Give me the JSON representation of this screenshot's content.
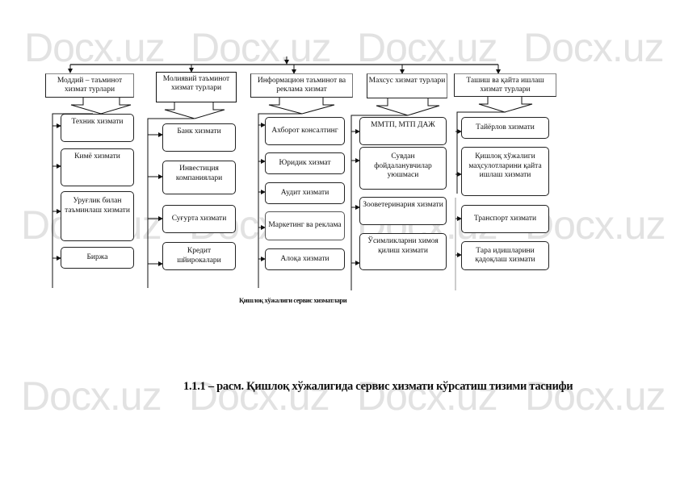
{
  "watermark": "Docx.uz",
  "root_caption": "Қишлоқ хўжалиги сервис хизматлари",
  "figure_caption": "1.1.1 – расм. Қишлоқ хўжалигида сервис хизмати кўрсатиш тизими таснифи",
  "columns": [
    {
      "header": "Моддий – таъминот хизмат турлари",
      "items": [
        "Техник хизмати",
        "Кимё хизмати",
        "Уруғлик билан таъминлаш хизмати",
        "Биржа"
      ]
    },
    {
      "header": "Молиявий таъминот хизмат турлари",
      "items": [
        "Банк хизмати",
        "Инвестиция компаниялари",
        "Суғурта хизмати",
        "Кредит шйирокалари"
      ]
    },
    {
      "header": "Информацион таъминот ва реклама хизмат",
      "items": [
        "Ахборот консалтинг",
        "Юридик хизмат",
        "Аудит хизмати",
        "Маркетинг ва реклама",
        "Алоқа хизмати"
      ]
    },
    {
      "header": "Махсус хизмат турлари",
      "items": [
        "ММТП, МТП ДАЖ",
        "Сувдан фойдаланувчилар уюшмаси",
        "Зооветеринария хизмати",
        "Ўсимликларни химоя қилиш хизмати"
      ]
    },
    {
      "header": "Ташиш ва қайта ишлаш хизмат турлари",
      "items": [
        "Тайёрлов хизмати",
        "Қишлоқ хўжалиги маҳсулотларини қайта ишлаш хизмати",
        "Транспорт хизмати",
        "Тара идишларини қадоқлаш хизмати"
      ]
    }
  ]
}
